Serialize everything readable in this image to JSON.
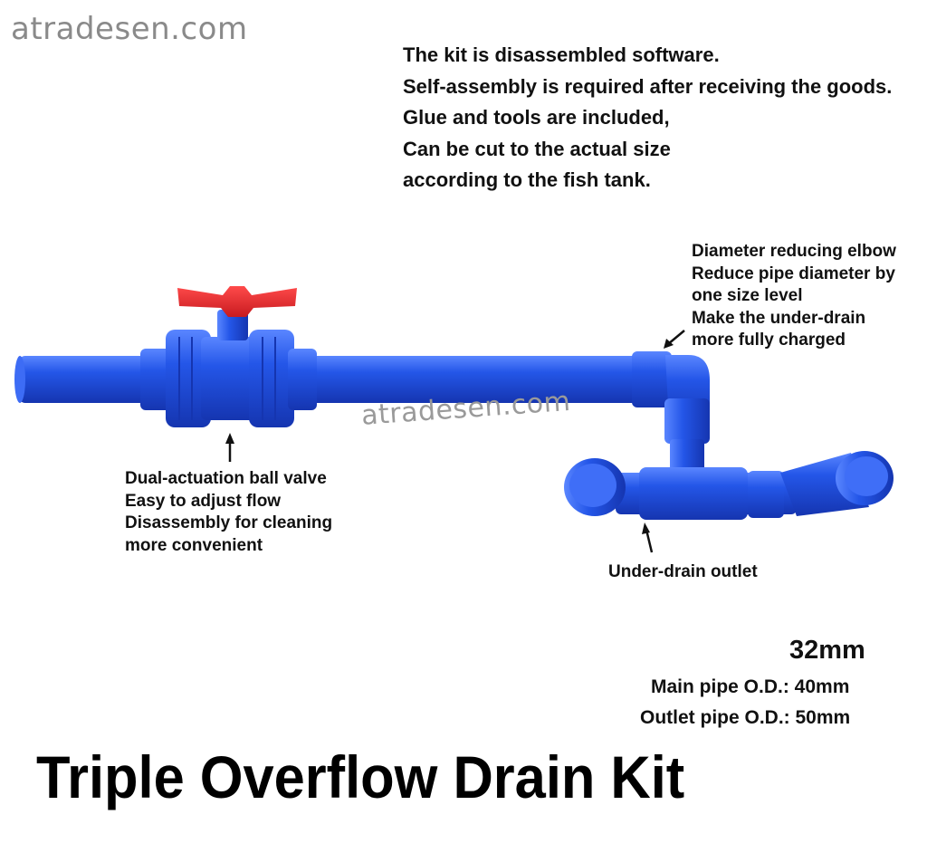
{
  "watermark": {
    "top": "atradesen.com",
    "middle": "atradesen.com"
  },
  "intro_lines": [
    "The kit is disassembled software.",
    "Self-assembly is required after receiving the goods.",
    "Glue and tools are included,",
    "Can be cut to the actual size",
    "according to the fish tank."
  ],
  "callouts": {
    "elbow": [
      "Diameter reducing elbow",
      "Reduce pipe diameter by",
      "one size level",
      "Make the under-drain",
      "more fully charged"
    ],
    "valve": [
      "Dual-actuation ball valve",
      "Easy to adjust flow",
      "Disassembly for cleaning",
      "more convenient"
    ],
    "outlet": [
      "Under-drain outlet"
    ]
  },
  "specs": {
    "head": "32mm",
    "main_pipe": "Main pipe O.D.:  40mm",
    "outlet_pipe": "Outlet pipe O.D.:  50mm"
  },
  "title": "Triple Overflow Drain Kit",
  "colors": {
    "pipe_blue": "#2456e8",
    "pipe_dark": "#1535b0",
    "handle_red": "#e8252a",
    "text": "#111111"
  }
}
